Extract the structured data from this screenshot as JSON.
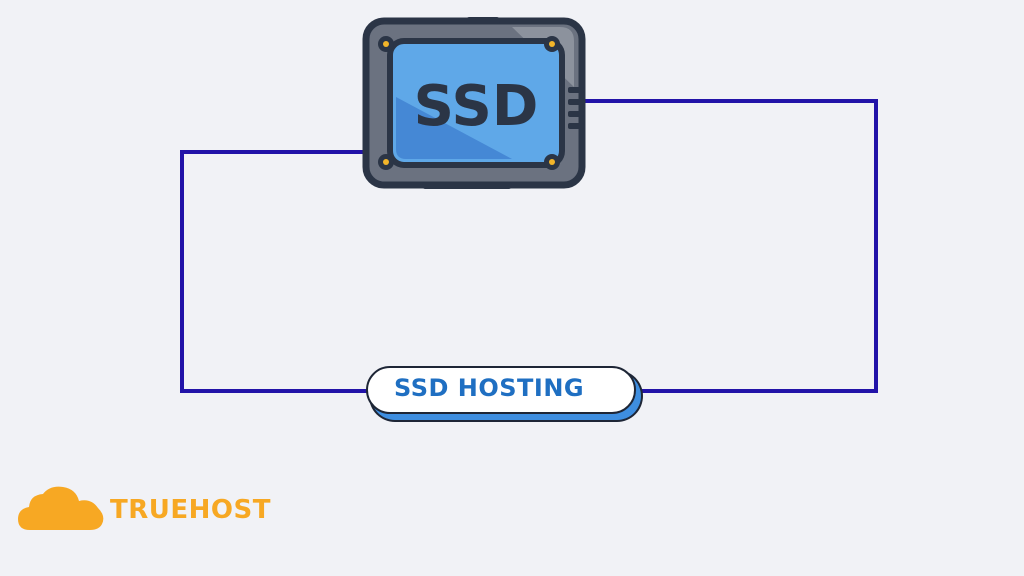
{
  "diagram": {
    "node_icon": "ssd-icon",
    "node_icon_text": "SSD",
    "label_pill": {
      "text": "SSD HOSTING"
    },
    "connector_color": "#2213a8"
  },
  "brand": {
    "logo_icon": "cloud-icon",
    "name": "TRUEHOST",
    "color": "#f7a823"
  },
  "colors": {
    "background": "#f1f2f6",
    "ssd_face": "#5fa8e8",
    "ssd_frame": "#6b7280",
    "outline": "#2b3546",
    "pill_accent": "#3e8ee0",
    "pill_text": "#1f6fc2"
  }
}
